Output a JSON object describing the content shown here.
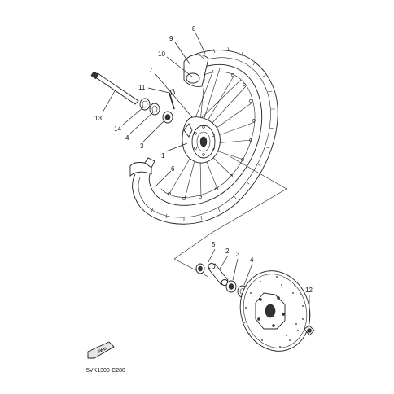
{
  "diagram": {
    "callouts": {
      "c1": "1",
      "c2": "2",
      "c3": "3",
      "c3b": "3",
      "c4": "4",
      "c4b": "4",
      "c5": "5",
      "c6": "6",
      "c7": "7",
      "c8": "8",
      "c9": "9",
      "c10": "10",
      "c11": "11",
      "c12": "12",
      "c13": "13",
      "c14": "14"
    },
    "fwd_label": "FWD",
    "drawing_code": "5VK1300-C280"
  }
}
